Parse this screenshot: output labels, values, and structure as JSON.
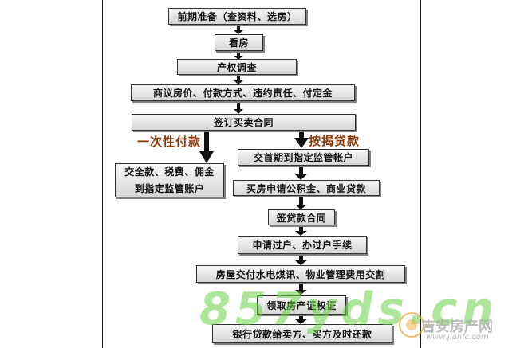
{
  "steps": {
    "s1": "前期准备（查资料、选房）",
    "s2": "看房",
    "s3": "产权调查",
    "s4": "商议房价、付款方式、违约责任、付定金",
    "s5": "签订买卖合同",
    "left_step": [
      "交全款、税费、佣金",
      "到指定监管账户"
    ],
    "r1": "交首期到指定监管帐户",
    "r2": "买房申请公积金、商业贷款",
    "r3": "签贷款合同",
    "j1": "申请过户、办过户手续",
    "j2": "房屋交付水电煤讯、物业管理费用交割",
    "j3": "领取房产证权证",
    "j4": "银行贷款给卖方、买方及时还款"
  },
  "branches": {
    "full_payment": "一次性付款",
    "mortgage": "按揭贷款"
  },
  "watermark": {
    "site": "857yds.cn",
    "brand": "吉安房产网",
    "url": "www.jianfc.com"
  },
  "colors": {
    "box_border": "#303030",
    "arrow": "#111111",
    "branch_label": "#8a3a0c",
    "watermark_green": "#69d246"
  }
}
